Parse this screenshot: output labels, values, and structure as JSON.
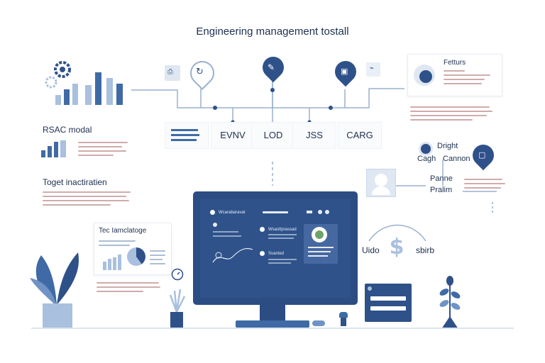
{
  "header": {
    "title": "Engineering management tostall"
  },
  "left": {
    "rbac_label": "RSAC modal",
    "target_label": "Toget inactiratien",
    "card_title": "Tec Iamclatoge"
  },
  "center_boxes": [
    "EVNV",
    "LOD",
    "JSS",
    "CARG"
  ],
  "right": {
    "features_title": "Fetturs",
    "digital_label": "Dright",
    "cagh_label": "Cagh",
    "cannon_label": "Cannon",
    "panne_label": "Panne",
    "pralim_label": "Pralim",
    "left_money": "Uido",
    "right_money": "sbirb",
    "money_symbol": "$"
  },
  "screen": {
    "header": "Wcarabaravat",
    "item1": "Wsasttprassad",
    "item2": "Svanted"
  },
  "colors": {
    "primary": "#2f5189",
    "light": "#a9c0de",
    "line": "#9ab0cf"
  }
}
